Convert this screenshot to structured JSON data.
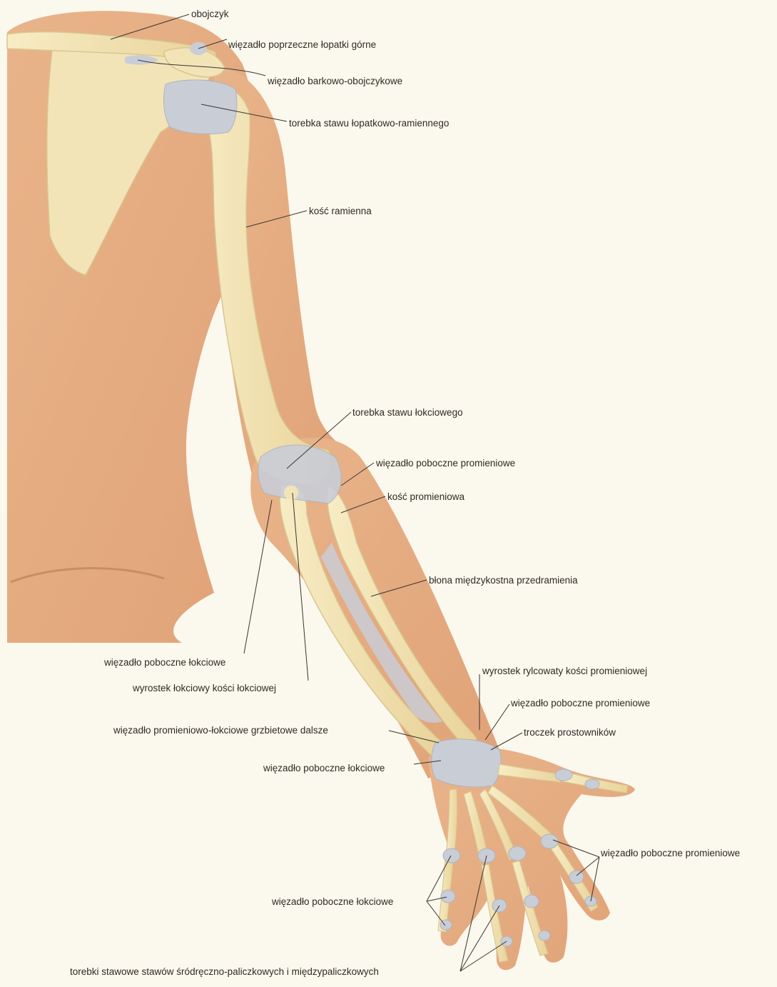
{
  "labels": {
    "clavicle": "obojczyk",
    "sup_transverse_scapular_ligament": "więzadło poprzeczne łopatki górne",
    "acromioclavicular_ligament": "więzadło barkowo-obojczykowe",
    "glenohumeral_capsule": "torebka stawu łopatkowo-ramiennego",
    "humerus": "kość ramienna",
    "elbow_capsule": "torebka stawu łokciowego",
    "radial_collateral_elbow": "więzadło poboczne promieniowe",
    "radius": "kość promieniowa",
    "interosseous_membrane": "błona międzykostna przedramienia",
    "ulnar_collateral_elbow": "więzadło poboczne łokciowe",
    "olecranon": "wyrostek łokciowy kości łokciowej",
    "radial_styloid": "wyrostek rylcowaty kości promieniowej",
    "radial_collateral_wrist": "więzadło poboczne promieniowe",
    "dorsal_radioulnar_ligament": "więzadło promieniowo-łokciowe grzbietowe dalsze",
    "extensor_retinaculum": "troczek prostowników",
    "ulnar_collateral_wrist": "więzadło poboczne łokciowe",
    "radial_collateral_fingers": "więzadło poboczne promieniowe",
    "ulnar_collateral_fingers": "więzadło poboczne łokciowe",
    "joint_capsules_fingers": "torebki stawowe stawów śródręczno-paliczkowych i międzypaliczkowych"
  },
  "colors": {
    "background": "#fbf8ee",
    "skin": "#e6ad82",
    "bone": "#f2e2b0",
    "ligament": "#c9cdd6",
    "leader_line": "#3a3530",
    "text": "#2f2a24"
  }
}
